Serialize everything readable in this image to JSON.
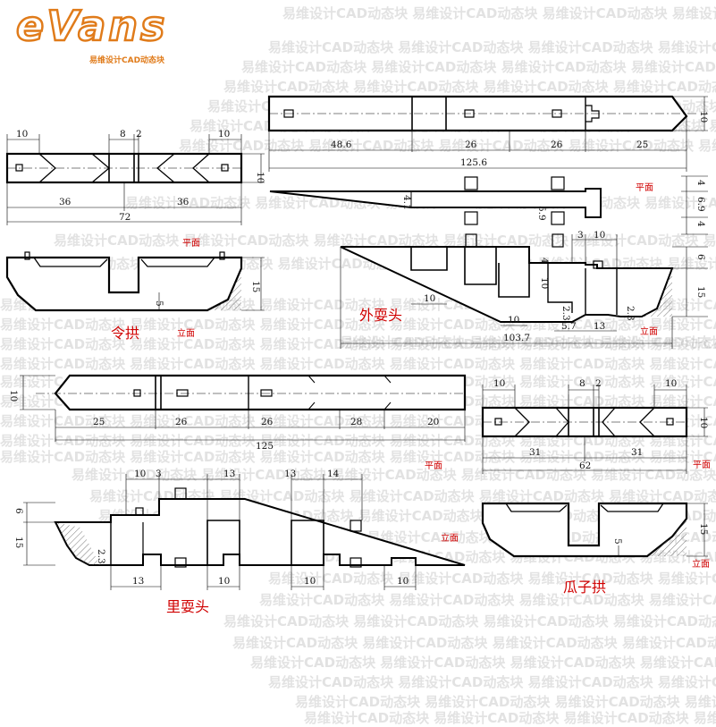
{
  "logo": {
    "text": "eVans",
    "subtitle": "易维设计CAD动态块"
  },
  "watermark": {
    "text": "易维设计CAD动态块"
  },
  "colors": {
    "logo": "#e07b1a",
    "label_red": "#d00000",
    "outline": "#000000"
  },
  "labels": {
    "linggong": "令拱",
    "waishuatou": "外耍头",
    "lishuatou": "里耍头",
    "guazigong": "瓜子拱",
    "plan": "平面",
    "elevation": "立面"
  },
  "dims": {
    "tl_10a": "10",
    "tl_8": "8",
    "tl_2": "2",
    "tl_10b": "10",
    "tl_h10": "10",
    "tl_36a": "36",
    "tl_36b": "36",
    "tl_72": "72",
    "tl_15": "15",
    "tl_5": "5",
    "tr_10": "10",
    "tr_486": "48.6",
    "tr_26a": "26",
    "tr_26b": "26",
    "tr_25": "25",
    "tr_1256": "125.6",
    "mr_4a": "4",
    "mr_69": "6.9",
    "mr_4b": "4",
    "mr_41": "4.1",
    "mr_59": "5.9",
    "mr_3": "3",
    "mr_10t": "10",
    "mr_6": "6",
    "mr_4c": "4",
    "mr_10v": "10",
    "mr_15": "15",
    "mr_10a": "10",
    "mr_10b": "10",
    "mr_23a": "2.3",
    "mr_23b": "2.3",
    "mr_57": "5.7",
    "mr_13": "13",
    "mr_1037": "103.7",
    "ml_10": "10",
    "ml_25": "25",
    "ml_26a": "26",
    "ml_26b": "26",
    "ml_28": "28",
    "ml_20": "20",
    "ml_125": "125",
    "br_10a": "10",
    "br_8": "8",
    "br_2": "2",
    "br_10b": "10",
    "br_h10": "10",
    "br_31a": "31",
    "br_31b": "31",
    "br_62": "62",
    "br_15": "15",
    "br_5": "5",
    "bl_10a": "10",
    "bl_3": "3",
    "bl_13a": "13",
    "bl_13b": "13",
    "bl_14": "14",
    "bl_6": "6",
    "bl_15": "15",
    "bl_23": "2.3",
    "bl_13c": "13",
    "bl_10b": "10",
    "bl_10c": "10",
    "bl_10d": "10"
  }
}
